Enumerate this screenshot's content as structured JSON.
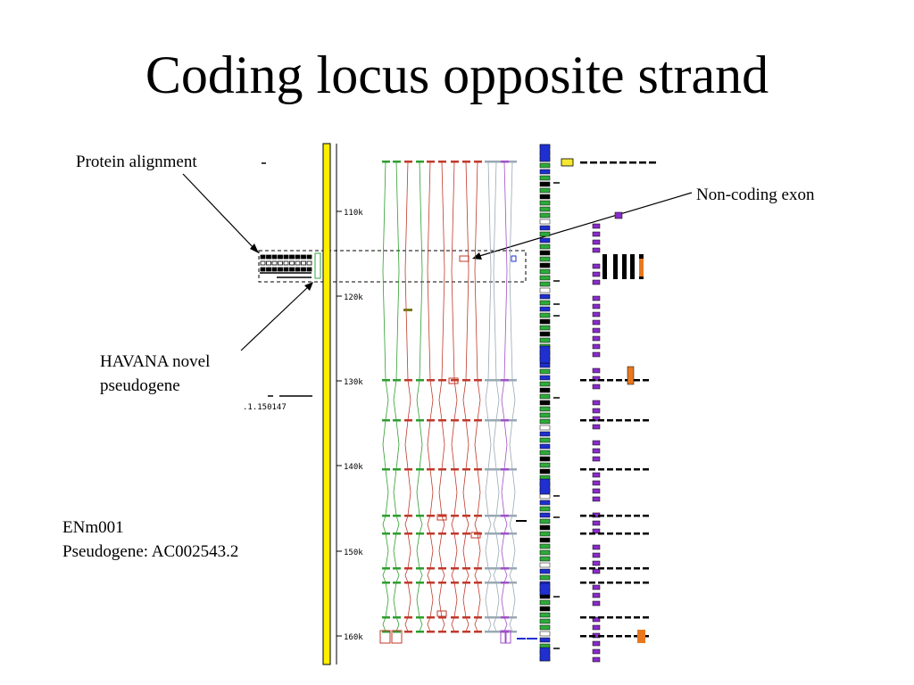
{
  "slide": {
    "title": "Coding locus opposite strand"
  },
  "callouts": {
    "protein_alignment": "Protein alignment",
    "non_coding_exon": "Non-coding exon",
    "havana_line1": "HAVANA novel",
    "havana_line2": "pseudogene",
    "region_id": "ENm001",
    "pseudogene_label": "Pseudogene: AC002543.2"
  },
  "browser": {
    "scale_ticks": [
      "110k",
      "120k",
      "130k",
      "140k",
      "150k",
      "160k"
    ],
    "clone_label": ".1.150147",
    "colors": {
      "scale_bar": "#ffee00",
      "transcript_red": "#c0392b",
      "transcript_green": "#2e9e2e",
      "transcript_purple": "#a050c8",
      "transcript_gray": "#9aa8b4",
      "exon_blue": "#1f2fd0",
      "exon_green": "#2eaa3a",
      "exon_purple": "#8a2bc8",
      "exon_orange": "#e8781e",
      "exon_yellow": "#f4e830"
    }
  }
}
